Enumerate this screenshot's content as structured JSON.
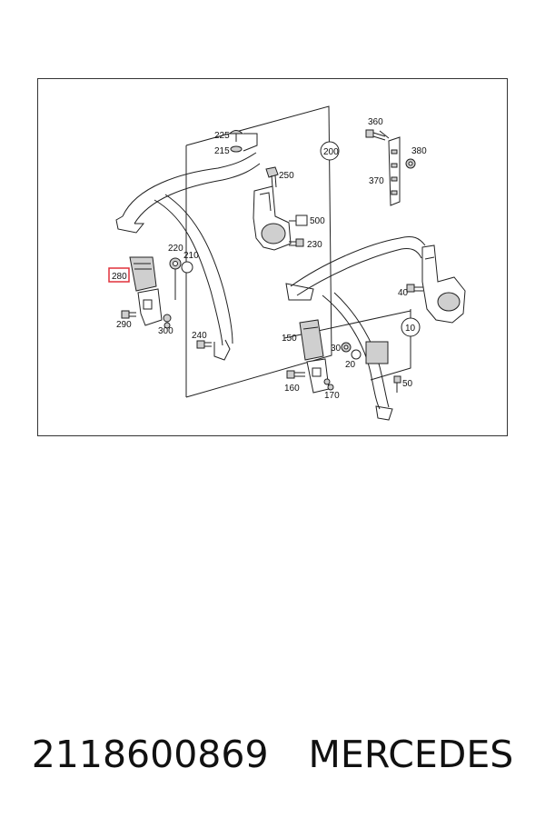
{
  "diagram": {
    "highlight_color": "#e0303a",
    "labels": {
      "p225": "225",
      "p215": "215",
      "p200": "200",
      "p250": "250",
      "p500": "500",
      "p230": "230",
      "p220": "220",
      "p210": "210",
      "p280": "280",
      "p290": "290",
      "p300": "300",
      "p240": "240",
      "p360": "360",
      "p380": "380",
      "p370": "370",
      "p40": "40",
      "p10": "10",
      "p150": "150",
      "p30": "30",
      "p20": "20",
      "p160": "160",
      "p170": "170",
      "p50": "50"
    }
  },
  "footer": {
    "part_number": "2118600869",
    "brand": "MERCEDES"
  }
}
